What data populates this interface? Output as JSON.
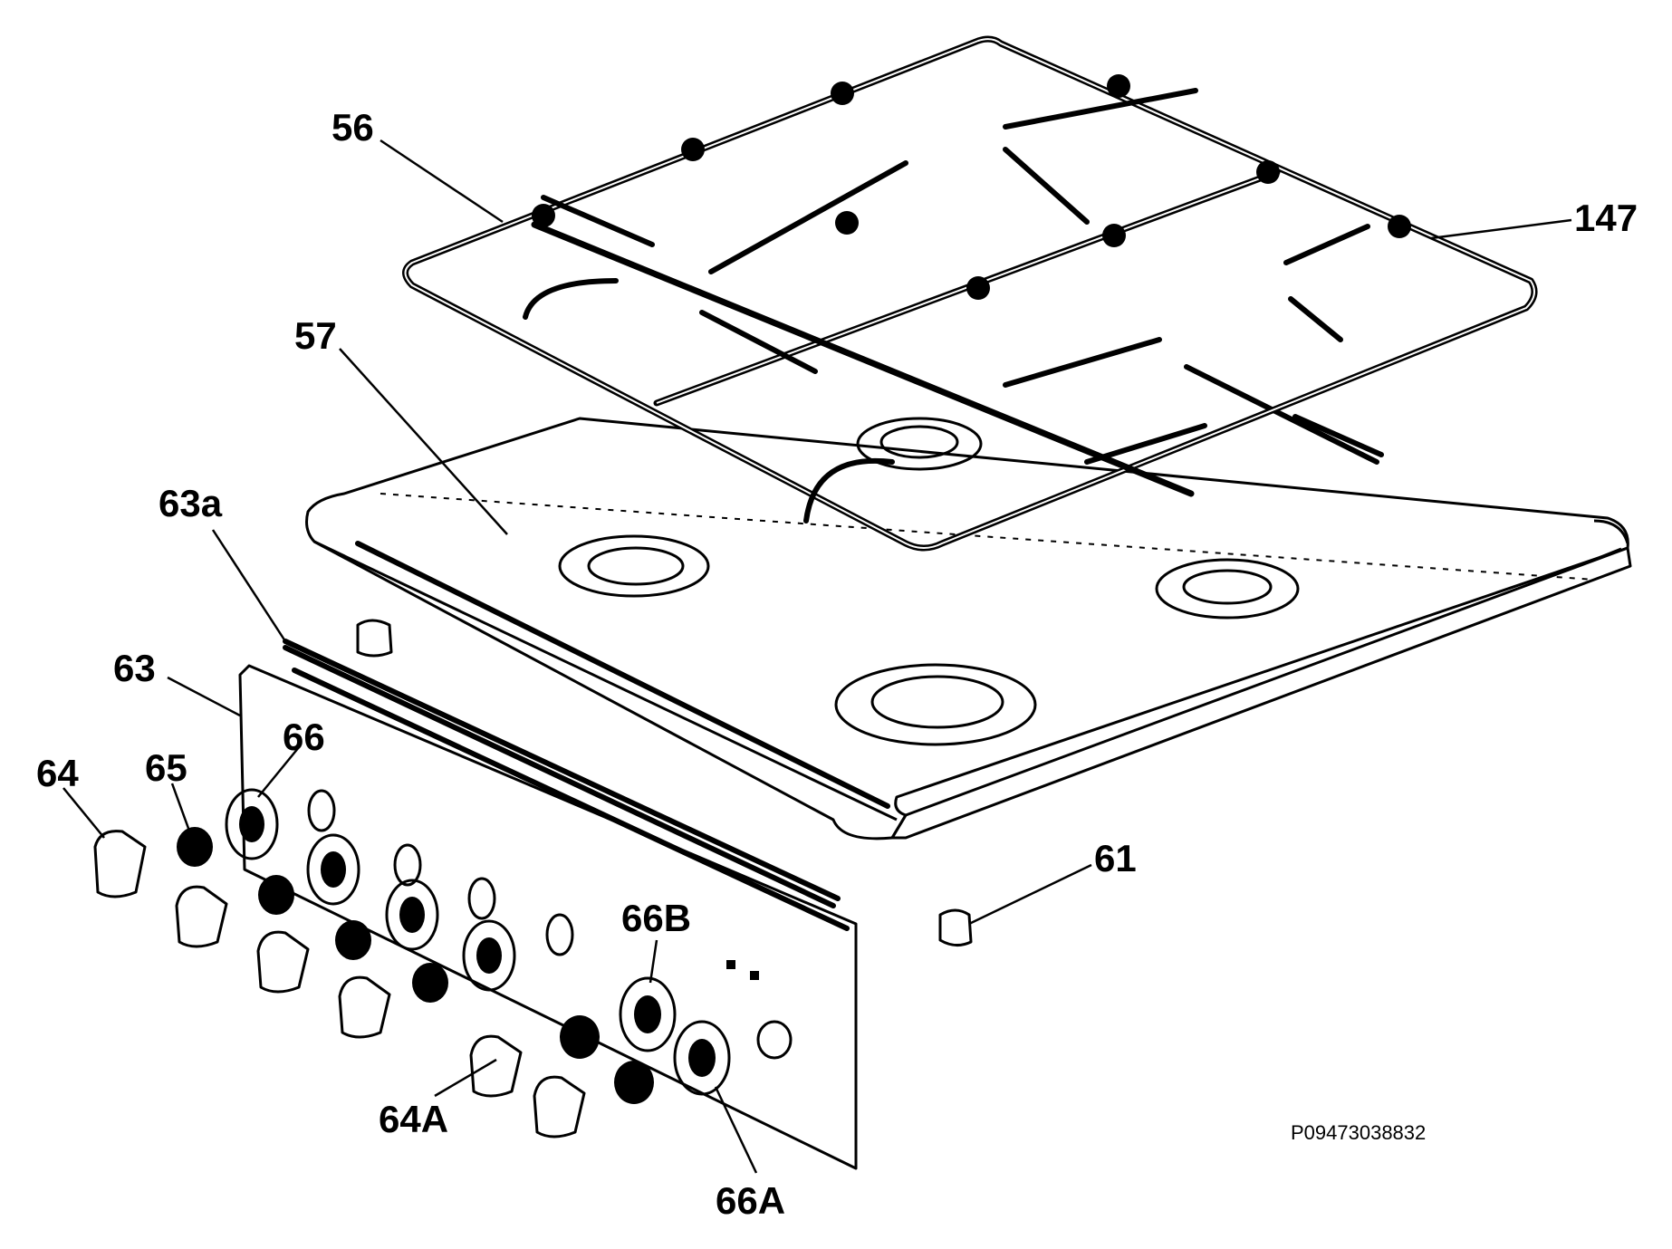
{
  "diagram": {
    "labels": {
      "l56": "56",
      "l147": "147",
      "l57": "57",
      "l63a": "63a",
      "l63": "63",
      "l64": "64",
      "l65": "65",
      "l66": "66",
      "l61": "61",
      "l66B": "66B",
      "l64A": "64A",
      "l66A": "66A"
    },
    "reference_code": "P09473038832"
  }
}
